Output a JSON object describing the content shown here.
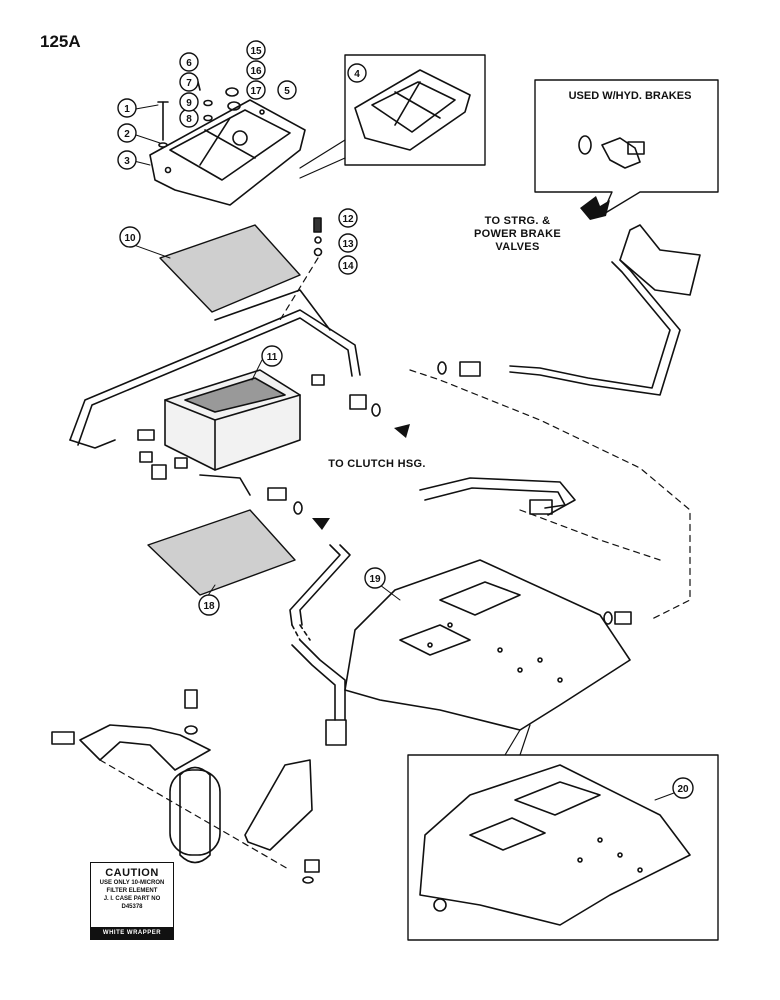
{
  "page": {
    "number": "125A"
  },
  "labels": {
    "callout": "USED W/HYD. BRAKES",
    "to_steering": "TO STRG. &\nPOWER BRAKE\nVALVES",
    "to_clutch": "TO CLUTCH HSG."
  },
  "caution": {
    "title": "CAUTION",
    "lines": [
      "USE ONLY 10-MICRON",
      "FILTER ELEMENT",
      "J. I. CASE PART NO",
      "D45378"
    ],
    "footer": "WHITE WRAPPER"
  },
  "callouts": [
    "1",
    "2",
    "3",
    "4",
    "5",
    "6",
    "7",
    "8",
    "9",
    "10",
    "11",
    "12",
    "13",
    "14",
    "15",
    "16",
    "17",
    "18",
    "19",
    "20"
  ]
}
